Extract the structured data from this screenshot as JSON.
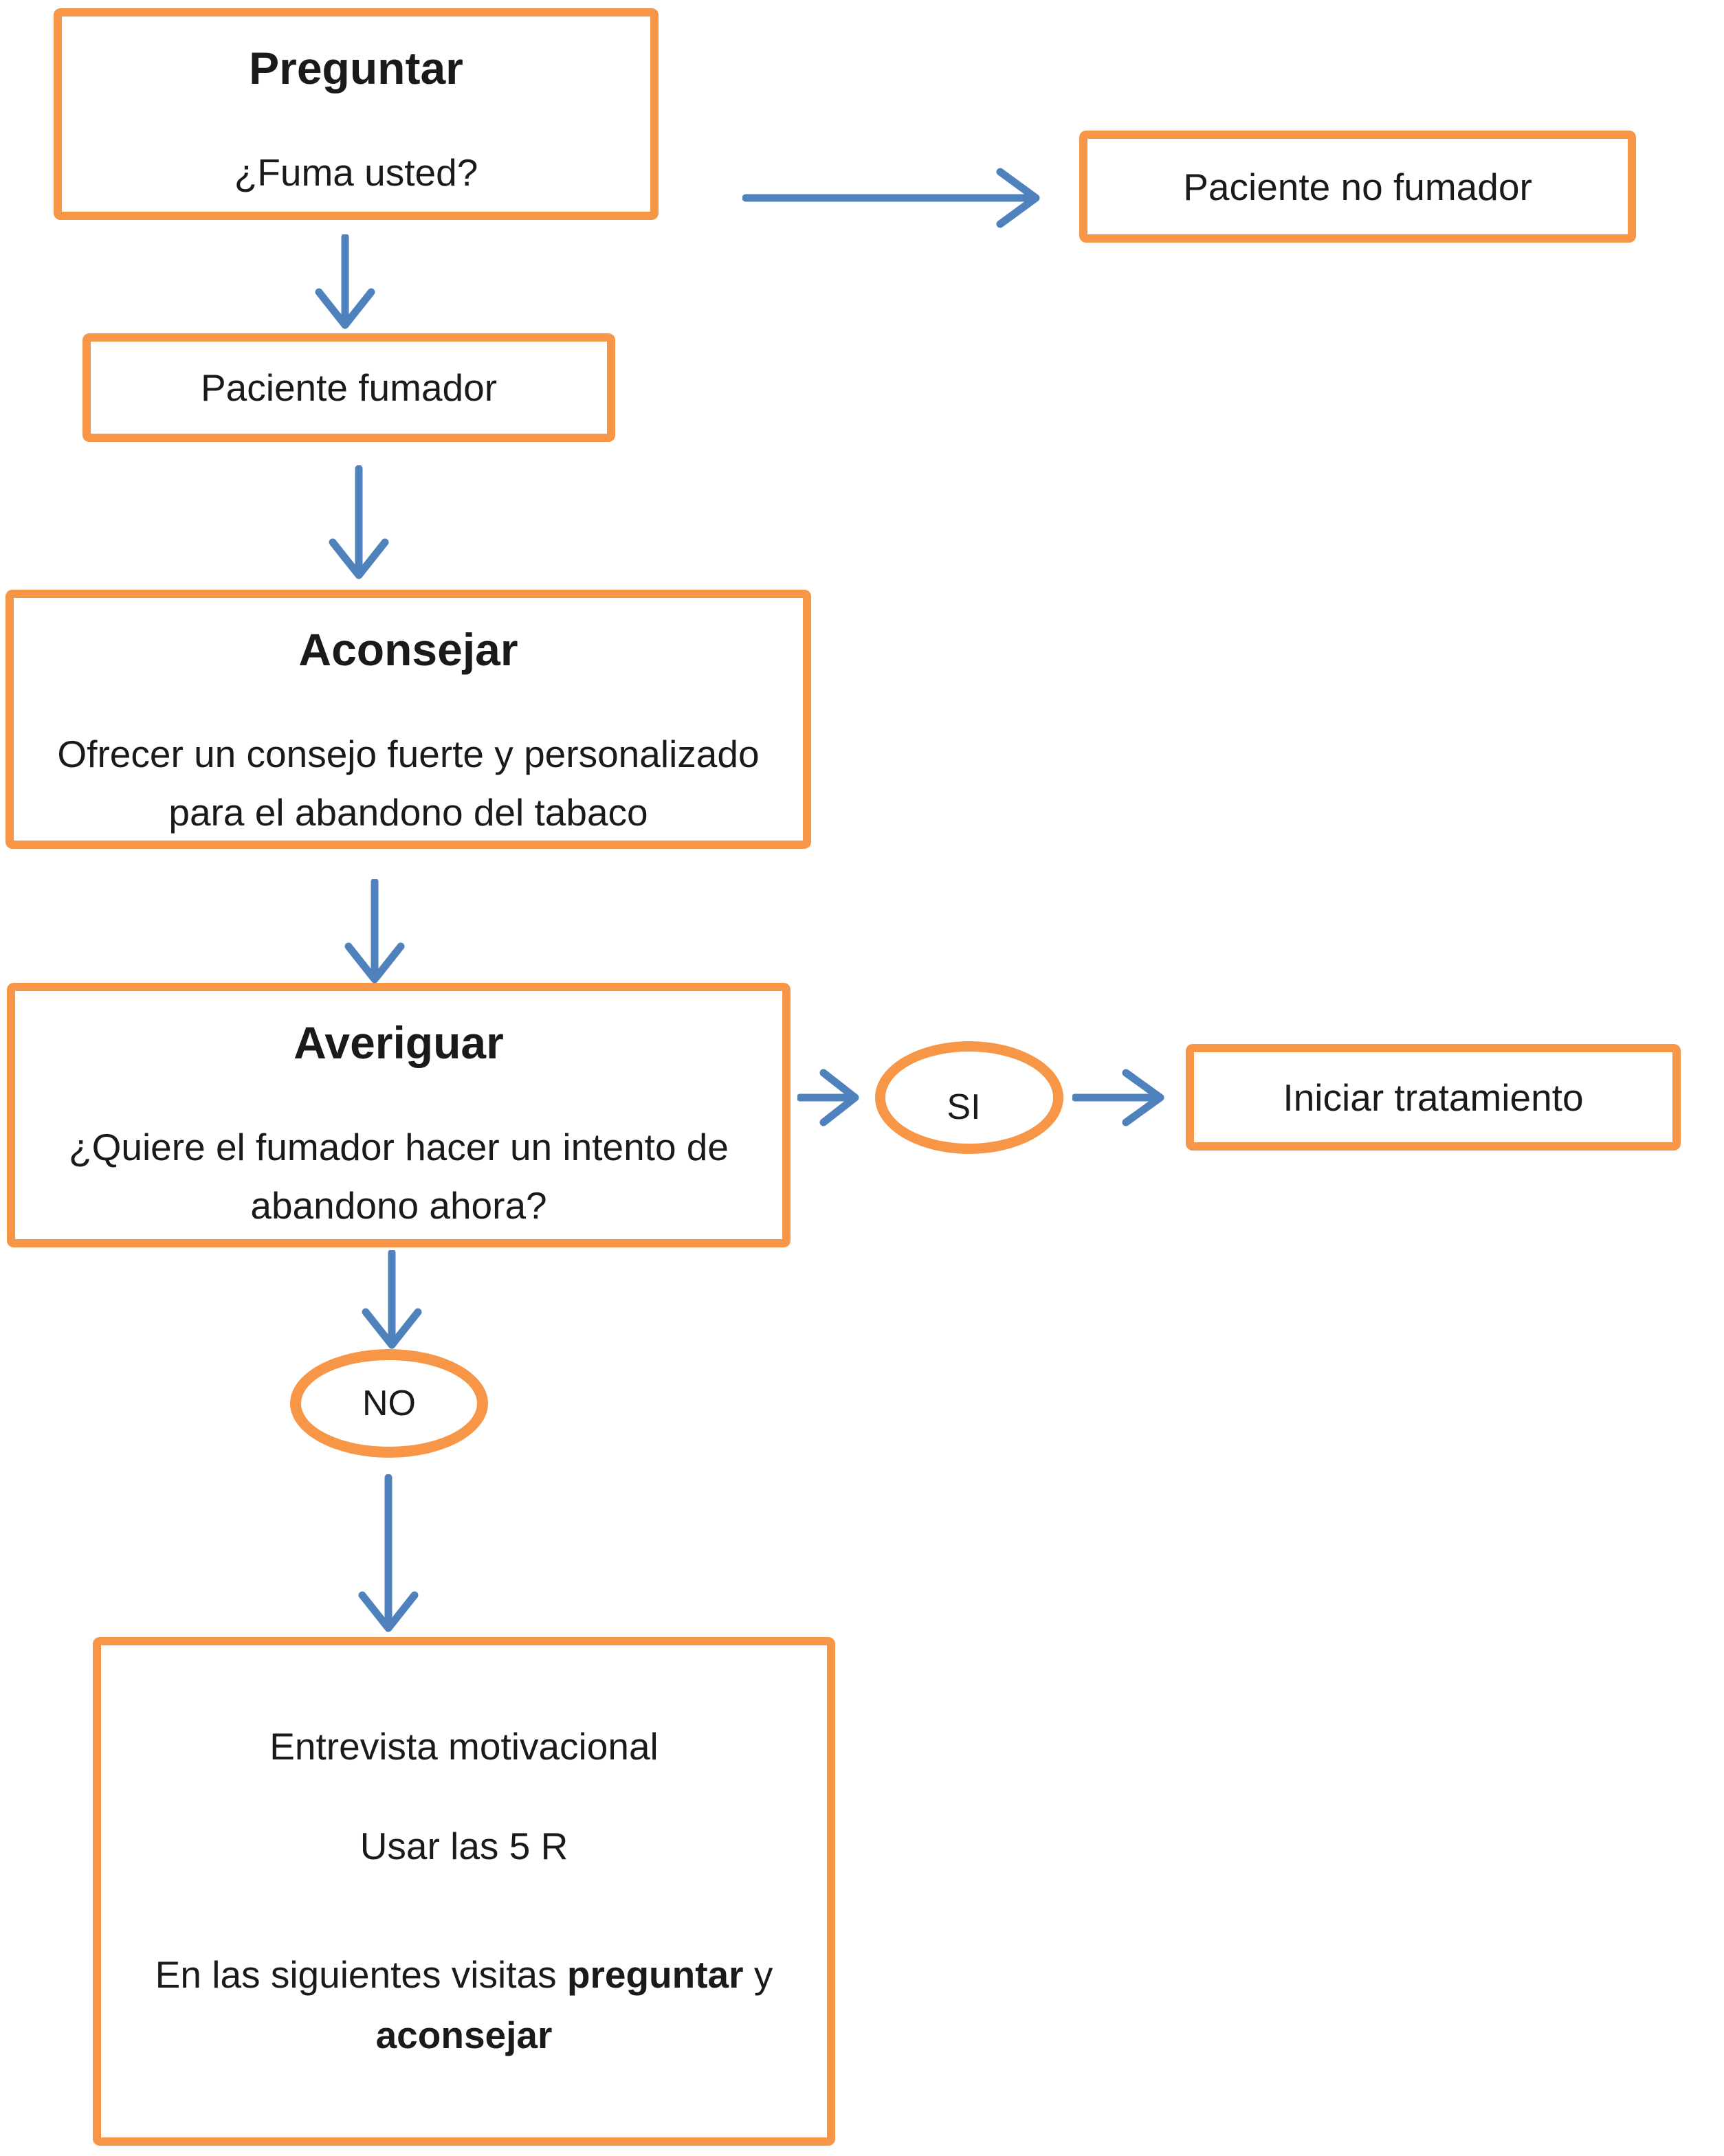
{
  "colors": {
    "box_border": "#F79646",
    "arrow": "#4F81BD",
    "text": "#1a1a1a",
    "background": "#ffffff"
  },
  "nodes": {
    "preguntar": {
      "title": "Preguntar",
      "body": "¿Fuma usted?"
    },
    "paciente_no_fumador": {
      "label": "Paciente no fumador"
    },
    "paciente_fumador": {
      "label": "Paciente fumador"
    },
    "aconsejar": {
      "title": "Aconsejar",
      "body_line1": "Ofrecer un consejo fuerte y personalizado",
      "body_line2": "para el abandono del tabaco"
    },
    "averiguar": {
      "title": "Averiguar",
      "body_line1": "¿Quiere el fumador hacer un intento de",
      "body_line2": "abandono ahora?"
    },
    "si": {
      "label": "SI"
    },
    "iniciar_tratamiento": {
      "label": "Iniciar tratamiento"
    },
    "no": {
      "label": "NO"
    },
    "entrevista": {
      "line1": "Entrevista motivacional",
      "line2": "Usar las 5 R",
      "line3_prefix": "En las siguientes visitas ",
      "line3_bold": "preguntar",
      "line3_suffix": " y",
      "line4_bold": "aconsejar"
    }
  },
  "edges": [
    {
      "from": "preguntar",
      "to": "paciente_no_fumador"
    },
    {
      "from": "preguntar",
      "to": "paciente_fumador"
    },
    {
      "from": "paciente_fumador",
      "to": "aconsejar"
    },
    {
      "from": "aconsejar",
      "to": "averiguar"
    },
    {
      "from": "averiguar",
      "to": "si"
    },
    {
      "from": "si",
      "to": "iniciar_tratamiento"
    },
    {
      "from": "averiguar",
      "to": "no"
    },
    {
      "from": "no",
      "to": "entrevista"
    }
  ]
}
